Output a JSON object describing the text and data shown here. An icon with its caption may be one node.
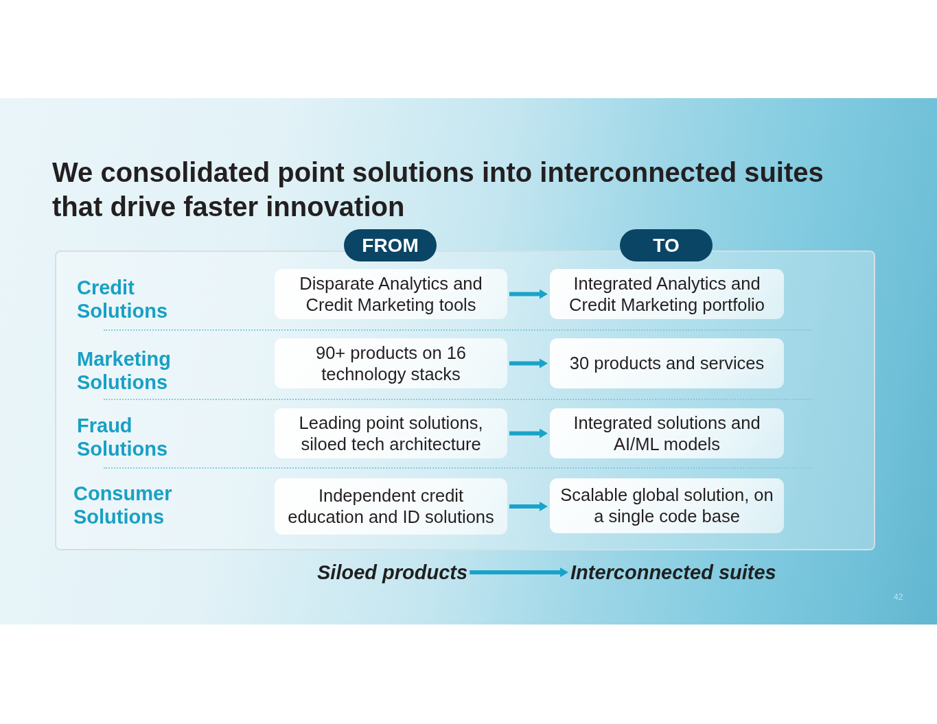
{
  "diagram": {
    "title": "We consolidated point solutions into interconnected suites that drive faster innovation",
    "nodes": [
      {
        "text": [
          "FROM"
        ]
      },
      {
        "text": [
          "TO"
        ]
      },
      {
        "text": [
          "Disparate Analytics and Credit Marketing tools"
        ]
      },
      {
        "text": [
          "Integrated Analytics and Credit Marketing portfolio"
        ]
      },
      {
        "text": [
          "90+ products on 16 technology stacks"
        ]
      },
      {
        "text": [
          "30 products and services"
        ]
      },
      {
        "text": [
          "Leading point solutions, siloed tech architecture"
        ]
      },
      {
        "text": [
          "Integrated solutions and AI/ML models"
        ]
      },
      {
        "text": [
          "Independent credit education and ID solutions"
        ]
      },
      {
        "text": [
          "Scalable global solution, on a single code base"
        ]
      },
      {
        "text": [
          "Siloed products"
        ]
      },
      {
        "text": [
          "Interconnected suites"
        ]
      }
    ],
    "edges": [
      {
        "from": 2,
        "to": 3,
        "arrow": "to"
      },
      {
        "from": 4,
        "to": 5,
        "arrow": "to"
      },
      {
        "from": 6,
        "to": 7,
        "arrow": "to"
      },
      {
        "from": 8,
        "to": 9,
        "arrow": "to"
      },
      {
        "from": 10,
        "to": 11,
        "arrow": "to"
      }
    ],
    "labels": [
      "Credit Solutions",
      "Marketing Solutions",
      "Fraud Solutions",
      "Consumer Solutions",
      "42"
    ]
  }
}
